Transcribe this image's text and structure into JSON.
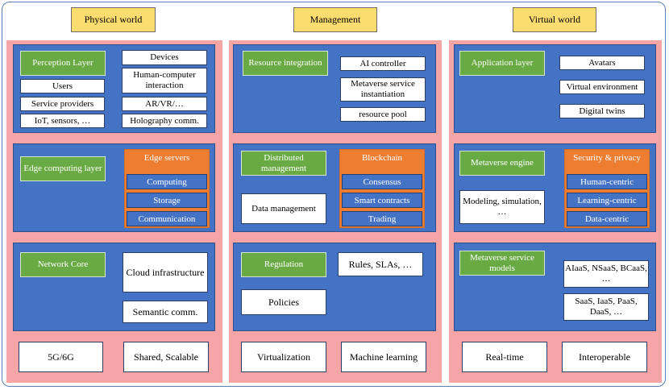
{
  "headers": {
    "physical": "Physical world",
    "management": "Management",
    "virtual": "Virtual world"
  },
  "physical": {
    "perception_layer": "Perception Layer",
    "devices": "Devices",
    "users": "Users",
    "hci": "Human-computer interaction",
    "service_providers": "Service providers",
    "ar_vr": "AR/VR/…",
    "iot": "IoT, sensors, …",
    "holography": "Holography comm.",
    "edge_layer": "Edge computing layer",
    "edge_servers": "Edge servers",
    "computing": "Computing",
    "storage": "Storage",
    "communication": "Communication",
    "network_core": "Network Core",
    "cloud": "Cloud infrastructure",
    "semantic": "Semantic comm.",
    "bottom_left": "5G/6G",
    "bottom_right": "Shared, Scalable"
  },
  "management": {
    "resource_integration": "Resource integration",
    "ai_controller": "AI controller",
    "metaverse_instantiation": "Metaverse service instantiation",
    "resource_pool": "resource pool",
    "distributed": "Distributed management",
    "blockchain": "Blockchain",
    "consensus": "Consensus",
    "smart_contracts": "Smart contracts",
    "trading": "Trading",
    "data_management": "Data management",
    "regulation": "Regulation",
    "rules": "Rules, SLAs, …",
    "policies": "Policies",
    "bottom_left": "Virtualization",
    "bottom_right": "Machine learning"
  },
  "virtual": {
    "application_layer": "Application layer",
    "avatars": "Avatars",
    "virtual_env": "Virtual environment",
    "digital_twins": "Digital twins",
    "metaverse_engine": "Metaverse engine",
    "security": "Security & privacy",
    "human_centric": "Human-centric",
    "learning_centric": "Learning-centric",
    "data_centric": "Data-centric",
    "modeling": "Modeling, simulation, …",
    "service_models": "Metaverse service models",
    "aiaas": "AIaaS, NSaaS, BCaaS, …",
    "saas": "SaaS, IaaS, PaaS, DaaS, …",
    "bottom_left": "Real-time",
    "bottom_right": "Interoperable"
  }
}
